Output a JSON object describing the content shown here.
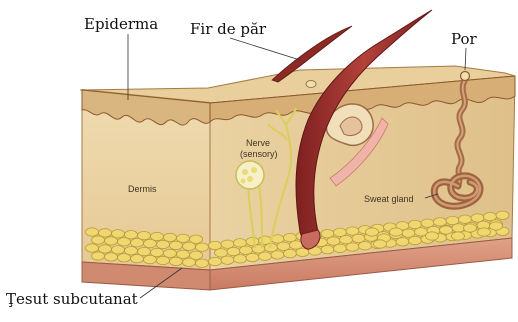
{
  "labels": {
    "epidermis": "Epiderma",
    "hair_shaft": "Fir de păr",
    "pore": "Por",
    "subcutaneous": "Ţesut subcutanat",
    "dermis": "Dermis",
    "nerve": "Nerve",
    "nerve_note": "(sensory)",
    "sweat_gland": "Sweat gland"
  },
  "colors": {
    "dermis": "#ecd6a8",
    "dermis_side": "#e2c690",
    "epidermis": "#d7b27c",
    "skin_line": "#8c5a2c",
    "fat": "#f0d770",
    "subcutaneous_base": "#d9957c",
    "hair": "#9a2f2a",
    "nerve": "#d9cf5a",
    "sweat_duct": "#b07a52",
    "label_line": "#333333"
  }
}
